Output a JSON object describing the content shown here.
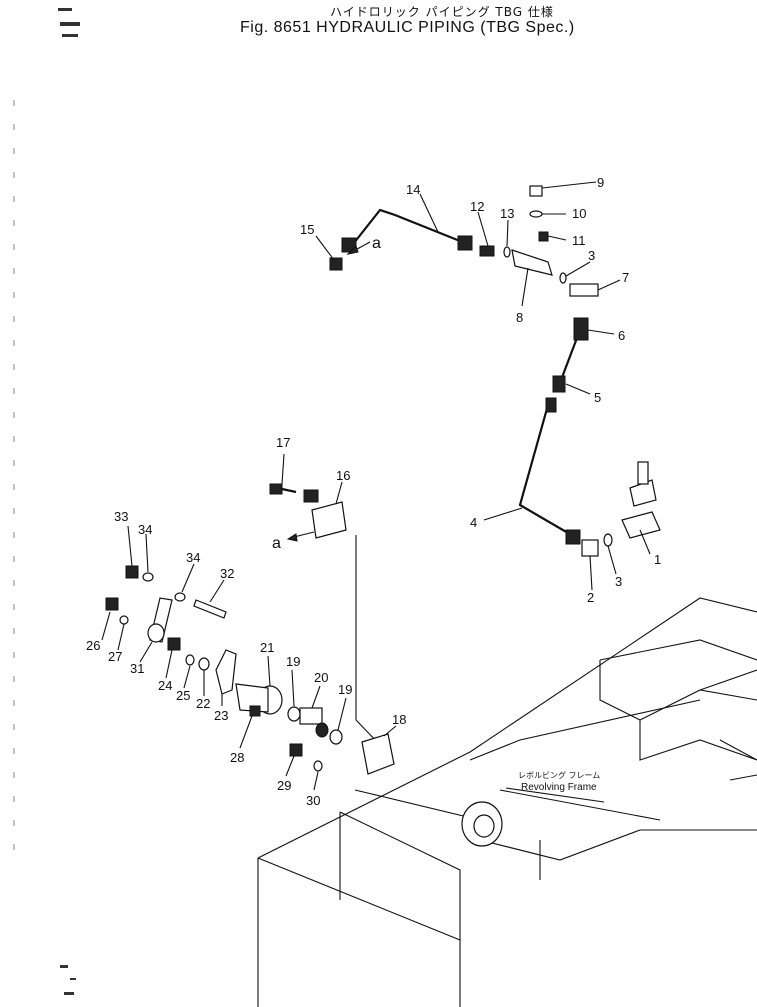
{
  "header": {
    "japanese_title": "ハイドロリック パイピング  TBG 仕様",
    "title": "Fig. 8651  HYDRAULIC PIPING (TBG Spec.)"
  },
  "frame_label": {
    "japanese": "レボルビング フレーム",
    "english": "Revolving Frame"
  },
  "view_marker": "a",
  "callouts": [
    "1",
    "2",
    "3",
    "4",
    "5",
    "6",
    "7",
    "8",
    "9",
    "10",
    "11",
    "12",
    "13",
    "14",
    "15",
    "16",
    "17",
    "18",
    "19",
    "20",
    "21",
    "22",
    "23",
    "24",
    "25",
    "26",
    "27",
    "28",
    "29",
    "30",
    "31",
    "32",
    "33",
    "34"
  ]
}
